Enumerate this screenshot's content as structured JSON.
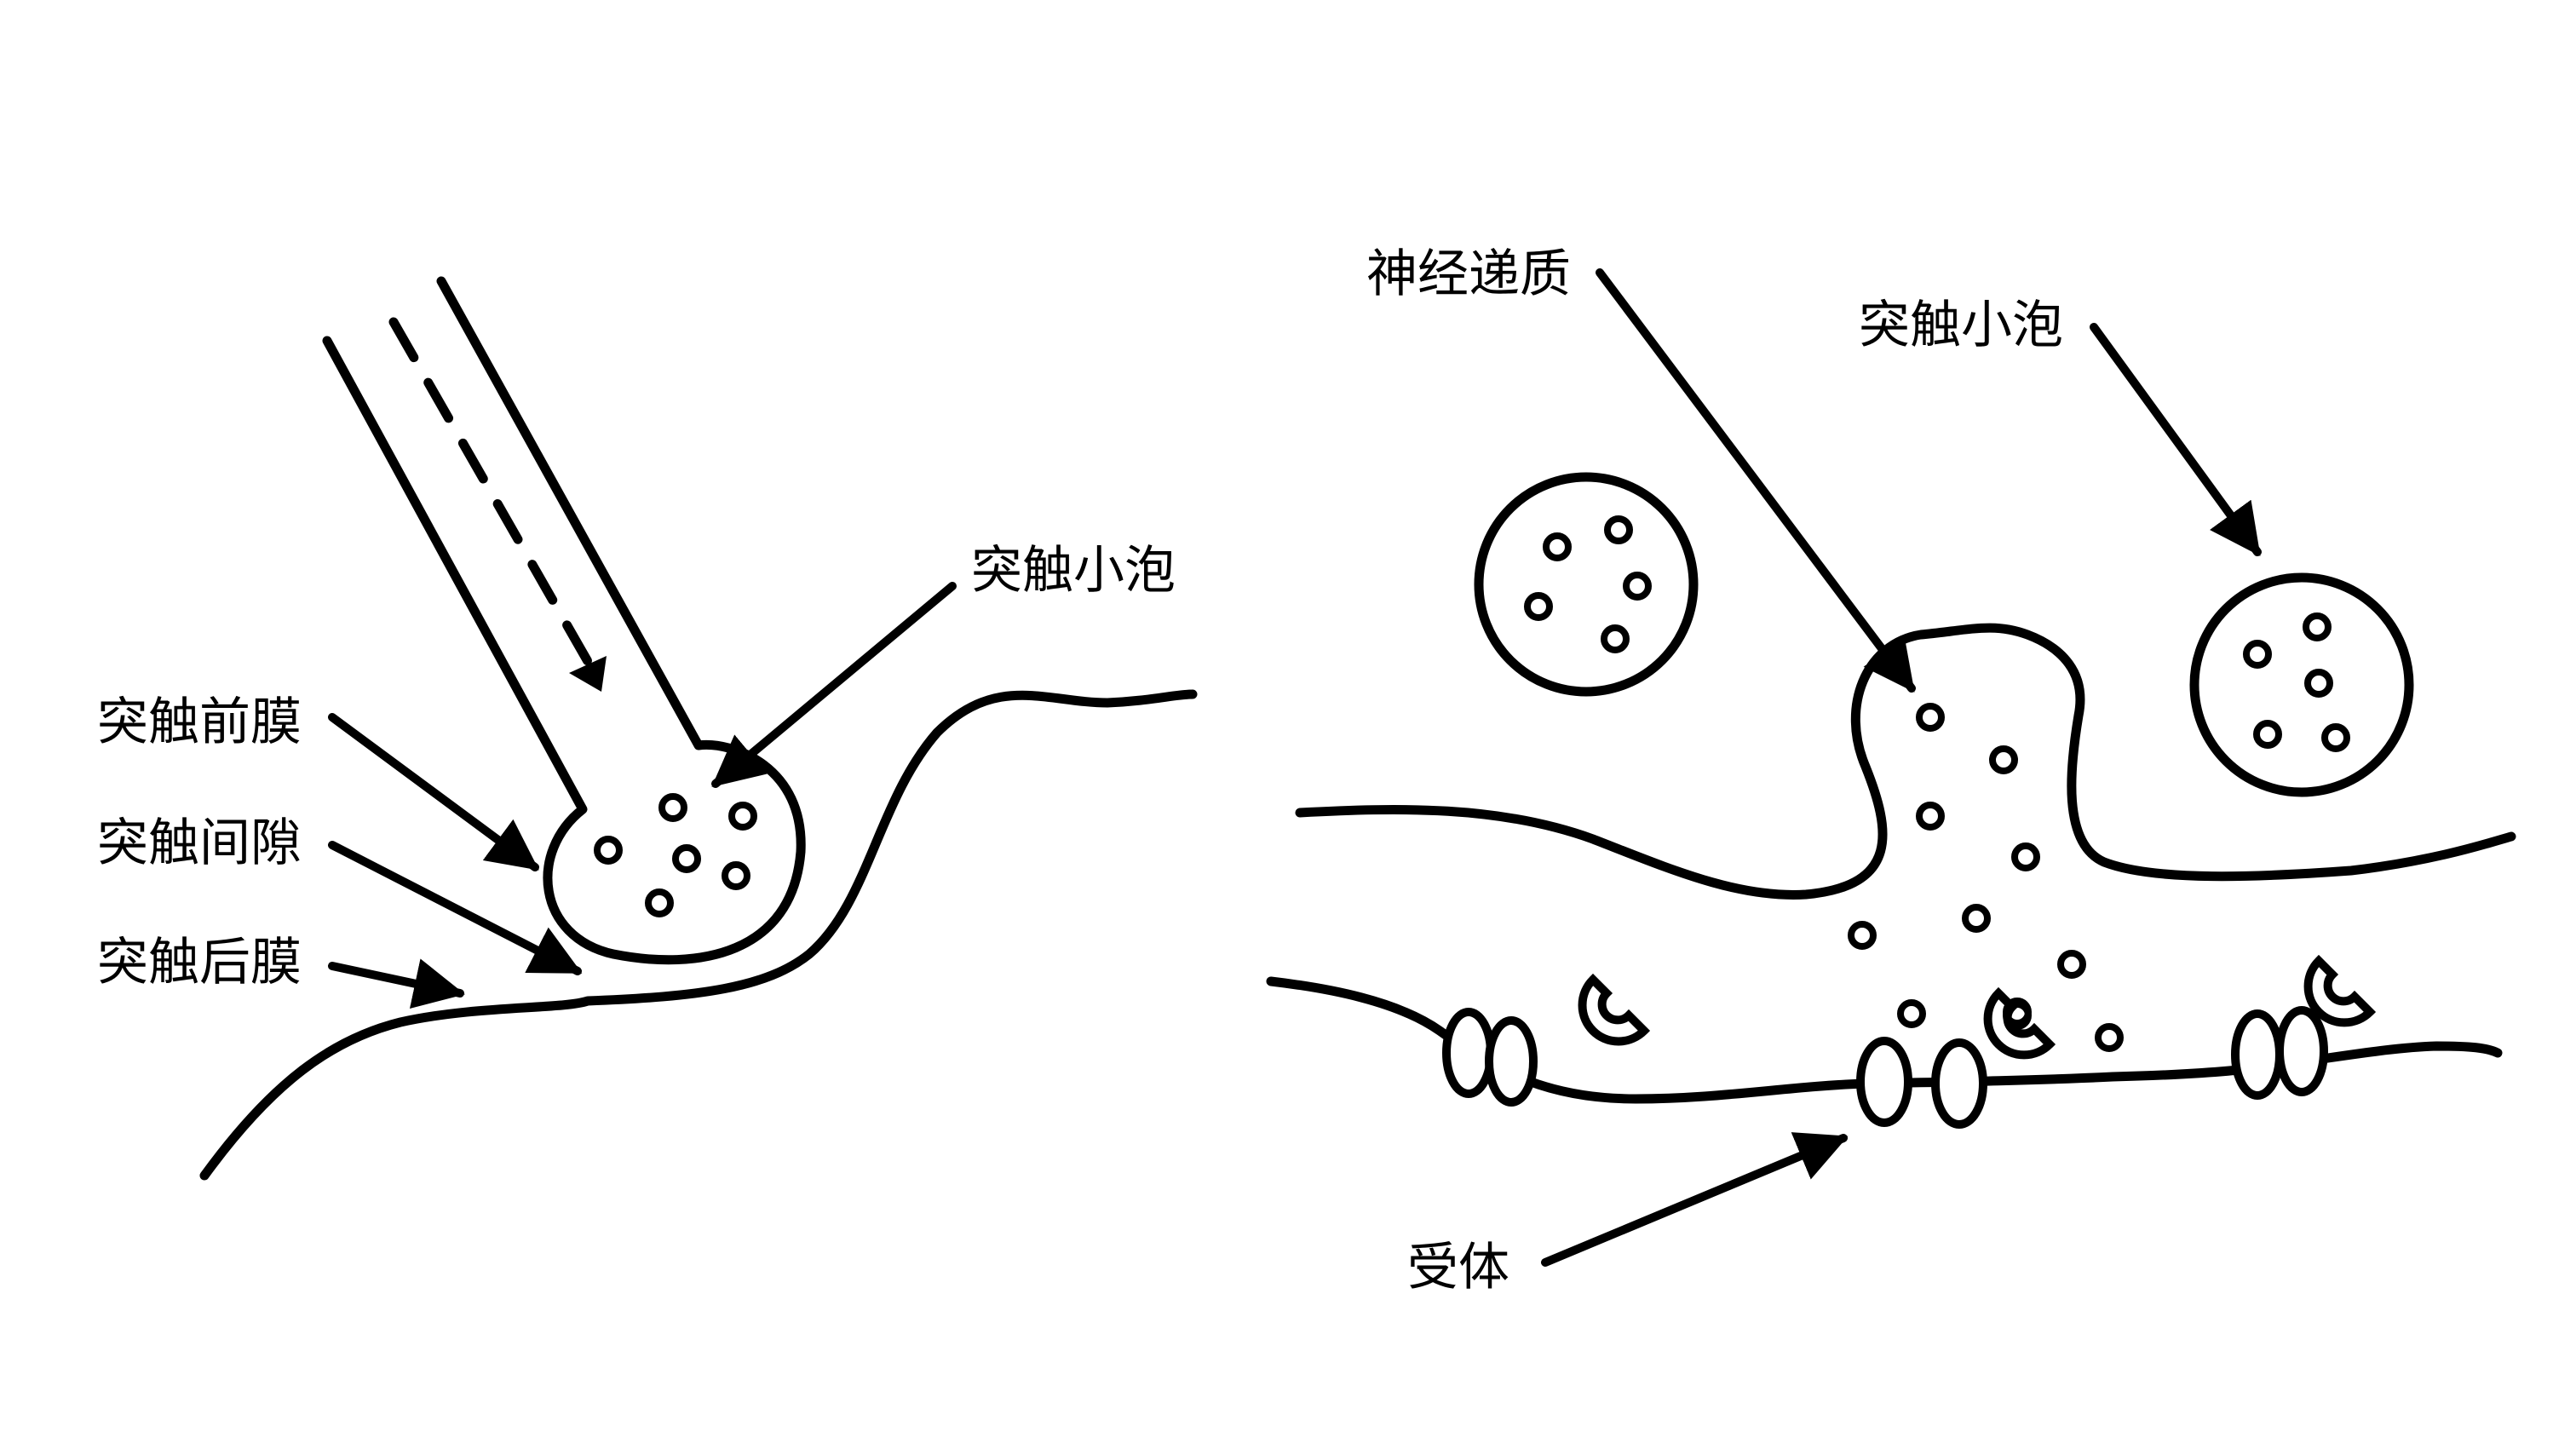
{
  "left_panel": {
    "labels": {
      "vesicle": "突触小泡",
      "presynaptic_membrane": "突触前膜",
      "synaptic_cleft": "突触间隙",
      "postsynaptic_membrane": "突触后膜"
    }
  },
  "right_panel": {
    "labels": {
      "neurotransmitter": "神经递质",
      "vesicle": "突触小泡",
      "receptor": "受体"
    }
  }
}
